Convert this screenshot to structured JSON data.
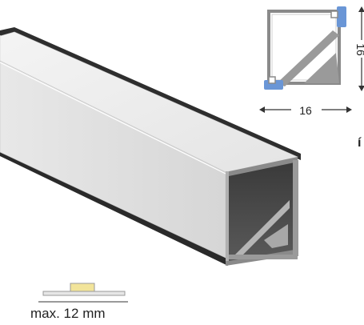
{
  "figure": {
    "cross_section": {
      "width_label": "16",
      "height_label": "16"
    },
    "strip": {
      "max_width_label": "max. 12 mm"
    },
    "edge_glyph": "í"
  }
}
